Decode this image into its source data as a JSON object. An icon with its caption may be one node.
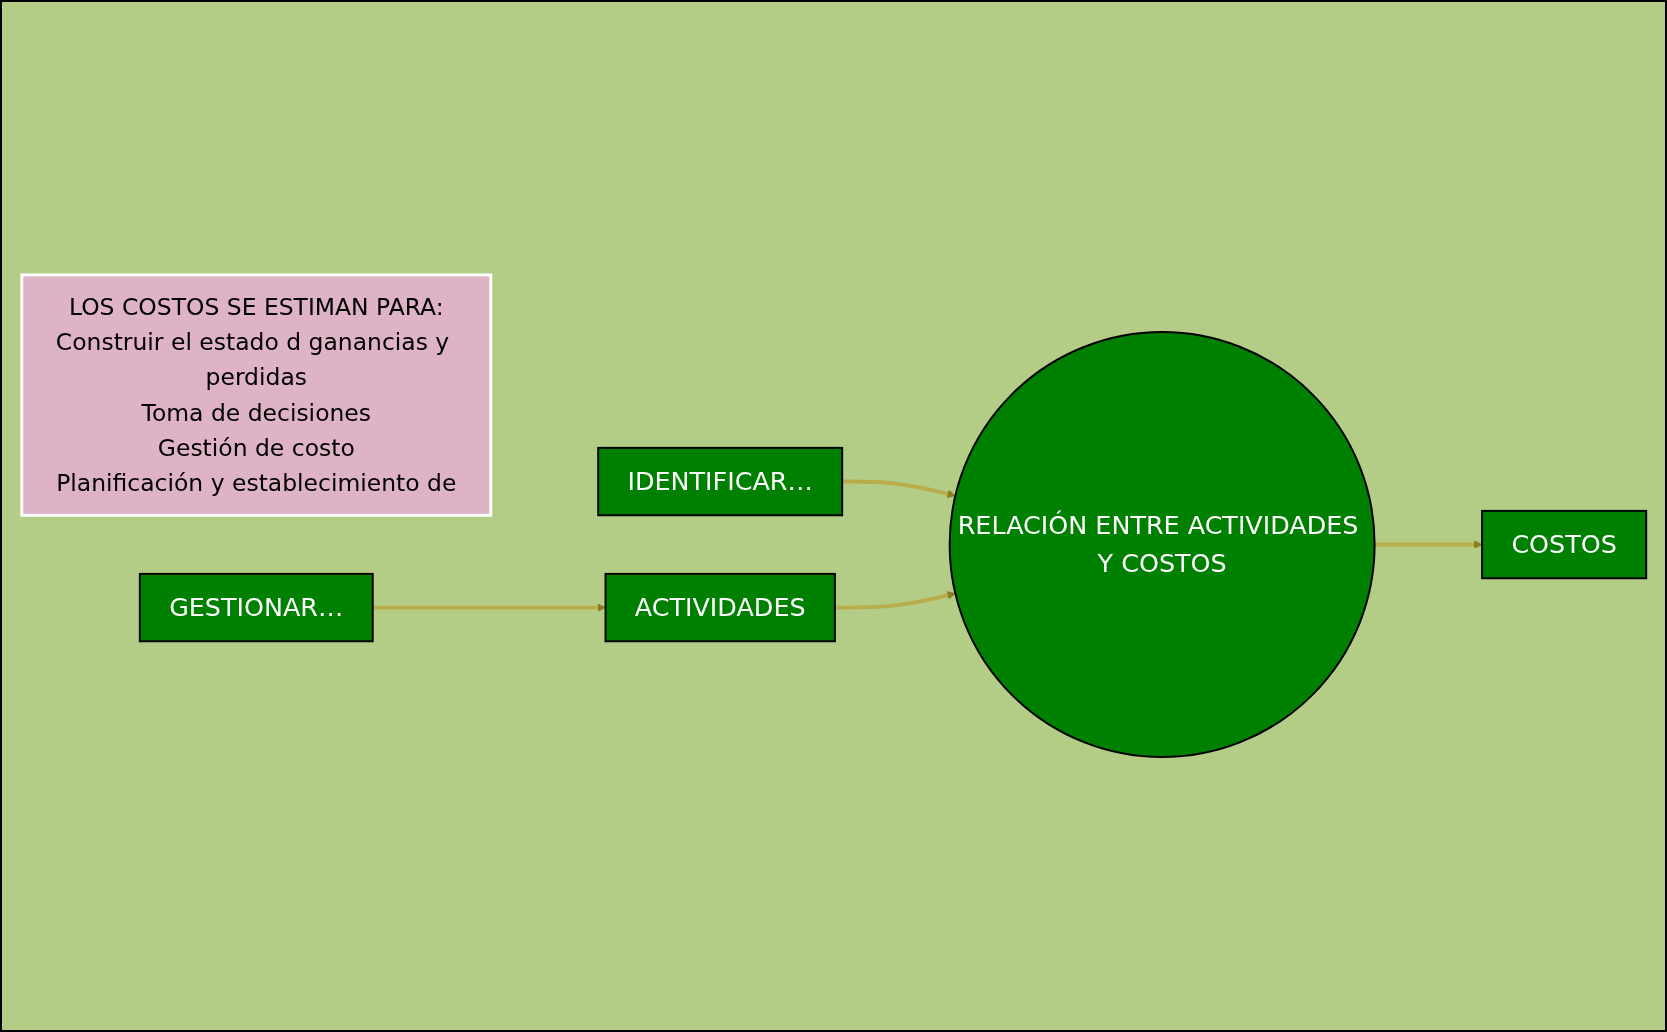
{
  "diagram": {
    "nodes": [
      {
        "text": [
          "IDENTIFICAR…"
        ]
      },
      {
        "text": [
          "RELACIÓN ENTRE ACTIVIDADES Y COSTOS"
        ]
      },
      {
        "text": [
          "COSTOS"
        ]
      },
      {
        "text": [
          "LOS COSTOS SE ESTIMAN PARA:",
          "Construir el estado d ganancias y perdidas",
          "Toma de decisiones",
          "Gestión de costo",
          "Planificación y establecimiento de"
        ]
      },
      {
        "text": [
          "GESTIONAR…"
        ]
      },
      {
        "text": [
          "ACTIVIDADES"
        ]
      }
    ],
    "edges": [
      {
        "from": 0,
        "to": 1,
        "arrow": "to"
      },
      {
        "from": 1,
        "to": 2,
        "arrow": "to"
      },
      {
        "from": 4,
        "to": 5,
        "arrow": "to"
      },
      {
        "from": 5,
        "to": 1,
        "arrow": "to"
      }
    ]
  }
}
